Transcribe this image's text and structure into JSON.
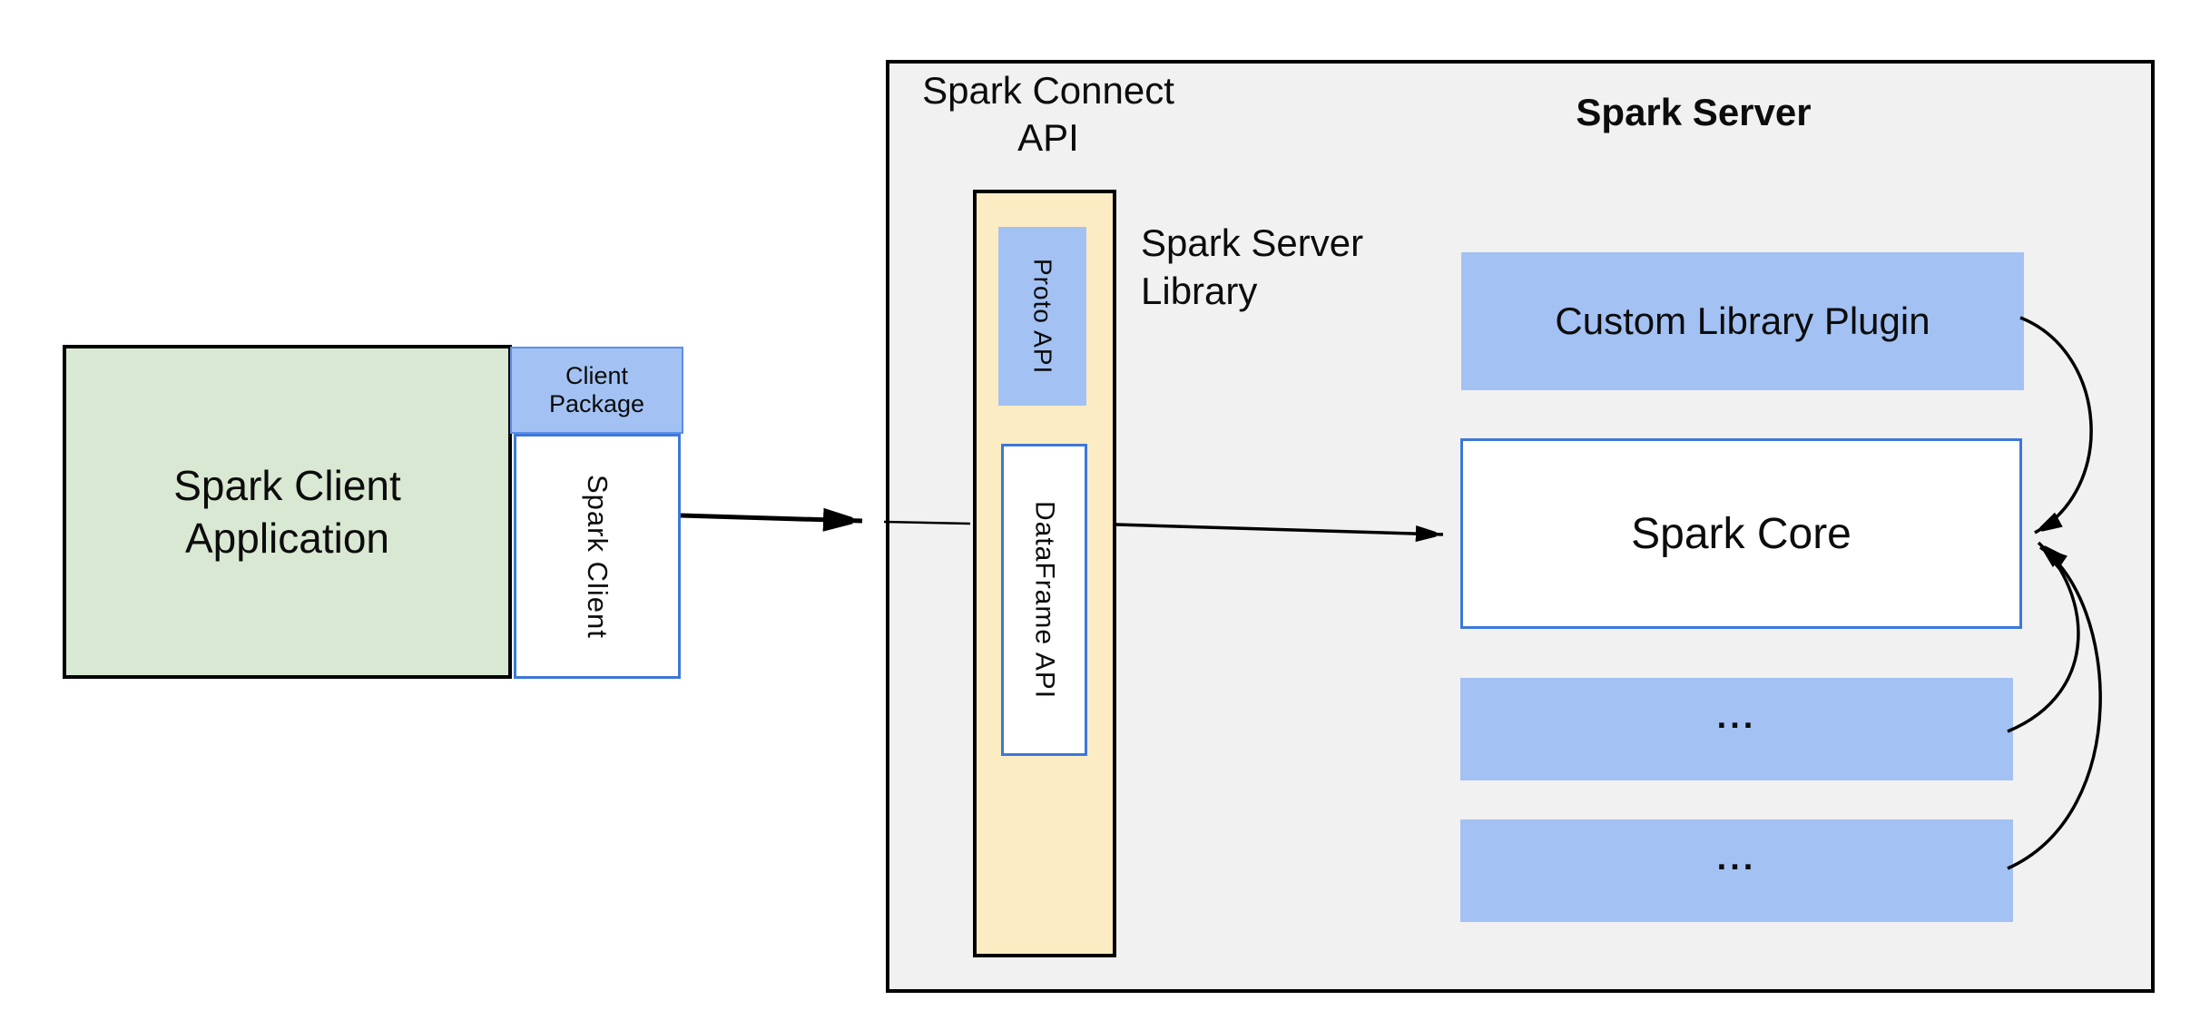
{
  "colors": {
    "blue_fill": "#a3c2f3",
    "blue_border": "#3c78d8",
    "package_border": "#5b8ee8",
    "green_fill": "#d9e8d2",
    "yellow_fill": "#fcecc4",
    "panel_fill": "#f1f1f2",
    "line": "#000000"
  },
  "client": {
    "app_label": "Spark Client\nApplication",
    "package_label": "Client\nPackage",
    "spark_client_label": "Spark Client"
  },
  "connect_api": {
    "title": "Spark Connect\nAPI",
    "proto_label": "Proto API",
    "dataframe_label": "DataFrame API",
    "server_library_label": "Spark Server\nLibrary"
  },
  "server": {
    "title": "Spark Server",
    "plugin_label": "Custom Library Plugin",
    "core_label": "Spark Core",
    "more_label_1": "...",
    "more_label_2": "..."
  }
}
